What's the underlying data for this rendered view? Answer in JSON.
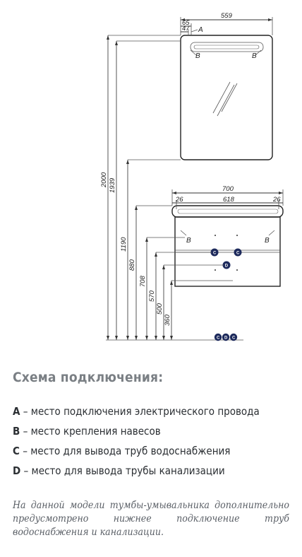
{
  "diagram": {
    "mirror": {
      "width_label": "559",
      "dim_65": "65",
      "dim_47": "47",
      "point_a": "A",
      "point_b_left": "B",
      "point_b_right": "B"
    },
    "cabinet": {
      "width_label": "700",
      "inner_label": "618",
      "side_left": "26",
      "side_right": "26",
      "point_b_left": "B",
      "point_b_right": "B",
      "point_c_left": "C",
      "point_c_right": "C",
      "point_d": "D"
    },
    "heights": [
      "2000",
      "1939",
      "1190",
      "880",
      "708",
      "570",
      "500",
      "360"
    ],
    "badges": [
      "C",
      "D",
      "C"
    ]
  },
  "scheme": {
    "title": "Схема подключения:",
    "items": [
      {
        "key": "A",
        "text": " – место подключения электрического провода"
      },
      {
        "key": "B",
        "text": " – место крепления навесов"
      },
      {
        "key": "C",
        "text": " – место для вывода труб водоснабжения"
      },
      {
        "key": "D",
        "text": " – место для вывода трубы канализации"
      }
    ]
  },
  "note": "На данной модели тумбы-умывальника дополнительно предусмотрено нижнее подключение труб водоснабжения и канализации."
}
